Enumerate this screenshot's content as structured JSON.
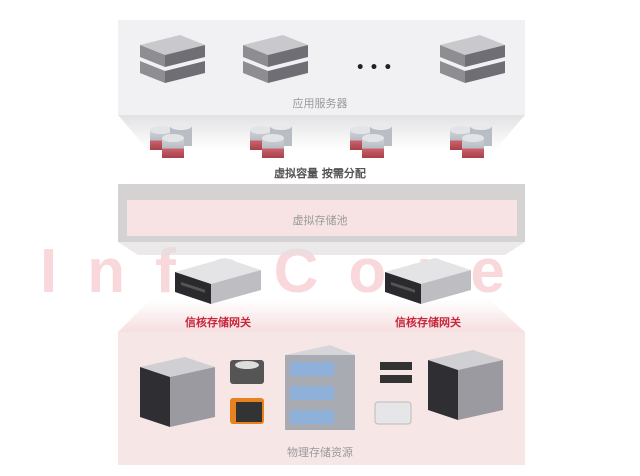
{
  "watermark": "InfoCore",
  "app_servers": {
    "label": "应用服务器",
    "ellipsis": "• • •"
  },
  "virtual_capacity": {
    "label": "虚拟容量 按需分配"
  },
  "virtual_pool": {
    "label": "虚拟存储池"
  },
  "gateways": [
    {
      "label": "信核存储网关"
    },
    {
      "label": "信核存储网关"
    }
  ],
  "physical_storage": {
    "label": "物理存储资源"
  },
  "colors": {
    "accent_red": "#c8283c",
    "pool_pink": "#f7e3e3",
    "panel_gray": "#f1f1f3"
  }
}
